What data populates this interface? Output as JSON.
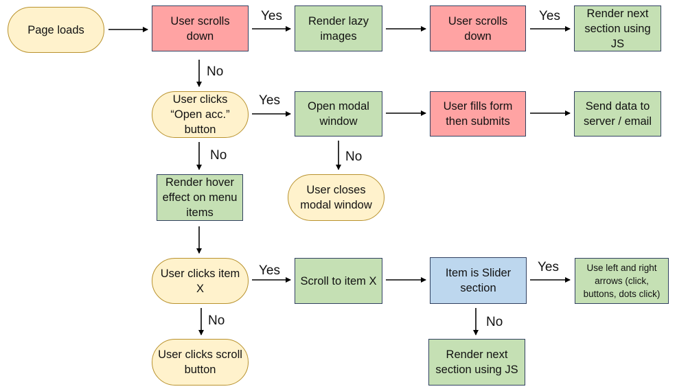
{
  "nodes": {
    "page_loads": "Page loads",
    "user_scrolls_down_1": "User scrolls down",
    "render_lazy_images": "Render lazy images",
    "user_scrolls_down_2": "User scrolls down",
    "render_next_section_1": "Render next section using JS",
    "user_clicks_open_acc": "User clicks “Open acc.” button",
    "open_modal_window": "Open modal window",
    "user_fills_form": "User fills form then submits",
    "send_data": "Send data to server / email",
    "render_hover_effect": "Render hover effect on menu items",
    "user_closes_modal": "User closes modal window",
    "user_clicks_item_x": "User clicks item X",
    "scroll_to_item_x": "Scroll to item X",
    "item_is_slider": "Item is Slider section",
    "use_arrows": "Use left and right arrows (click, buttons, dots click)",
    "user_clicks_scroll_button": "User clicks scroll button",
    "render_next_section_2": "Render next section using JS"
  },
  "edge_labels": {
    "yes": "Yes",
    "no": "No"
  },
  "colors": {
    "decision_pink": "#ffa3a3",
    "action_green": "#c5e0b4",
    "event_yellow": "#fff2cc",
    "slider_blue": "#bdd7ee"
  }
}
